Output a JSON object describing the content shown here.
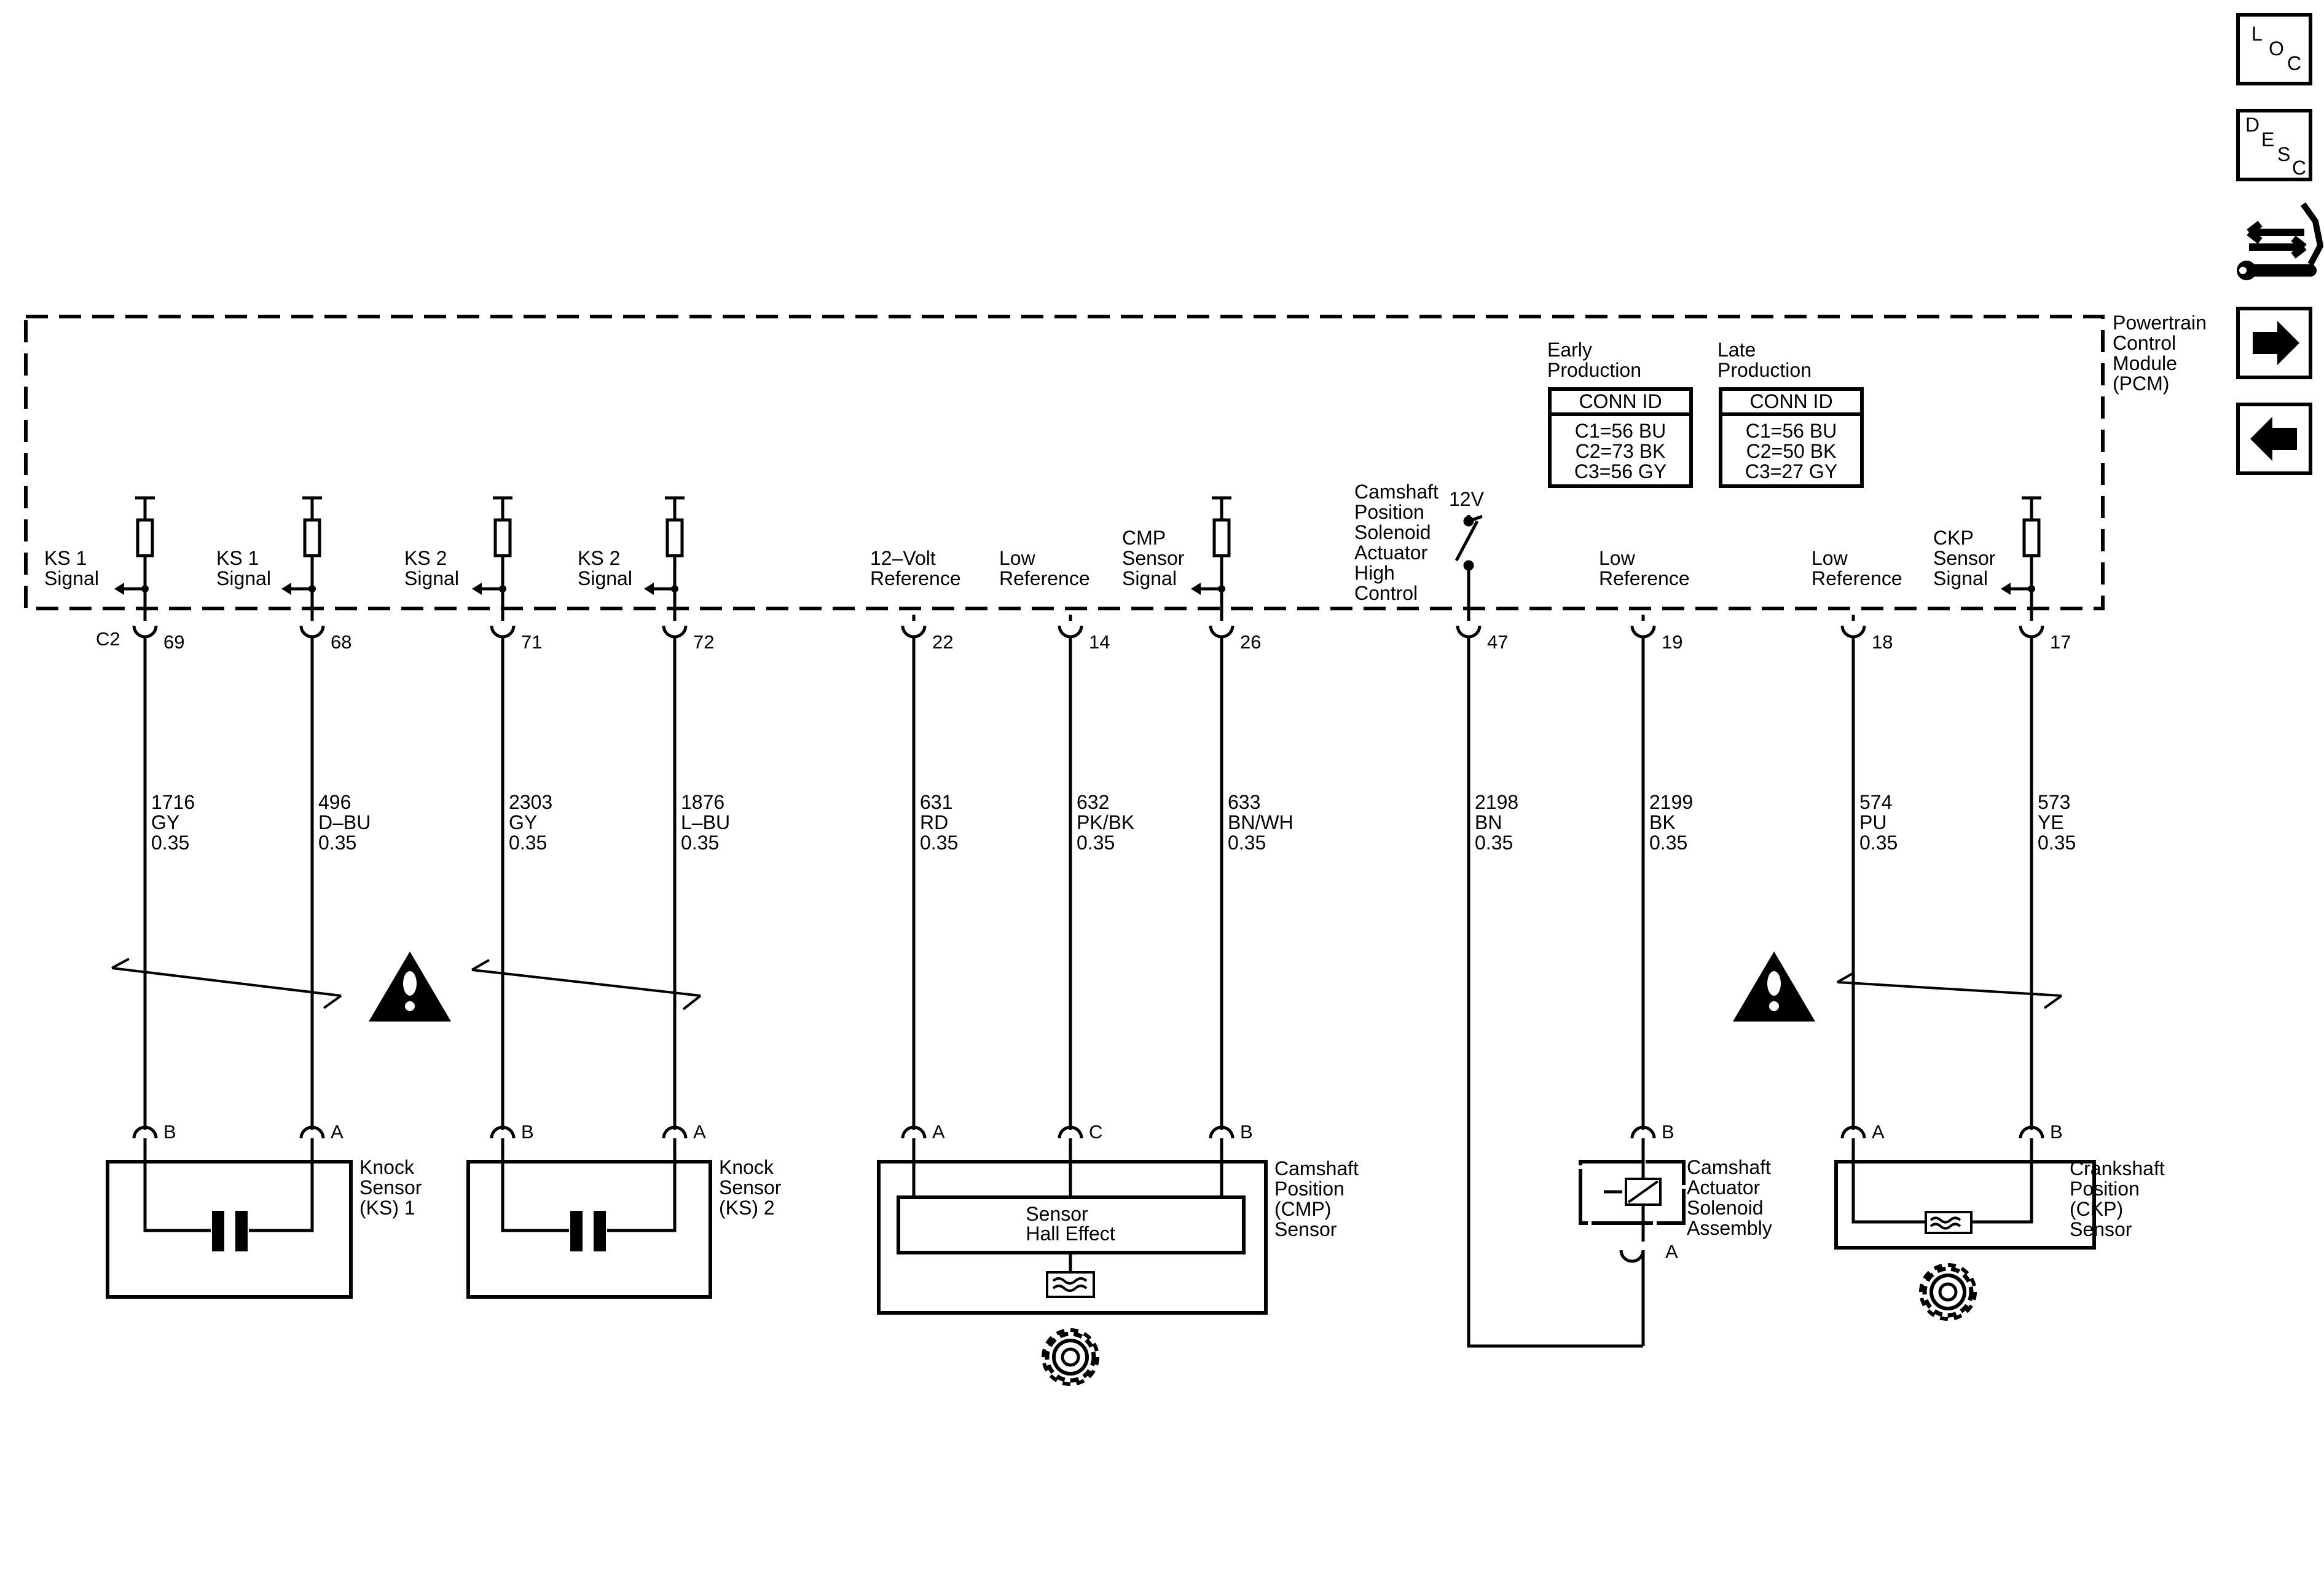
{
  "nav": {
    "loc": [
      "L",
      "O",
      "C"
    ],
    "desc": [
      "D",
      "E",
      "S",
      "C"
    ],
    "icons": [
      "loc-button",
      "desc-button",
      "connector-wrench-icon",
      "arrow-right-icon",
      "arrow-left-icon"
    ]
  },
  "pcm": {
    "title": [
      "Powertrain",
      "Control",
      "Module",
      "(PCM)"
    ],
    "early": {
      "heading": [
        "Early",
        "Production"
      ],
      "conn_title": "CONN ID",
      "lines": [
        "C1=56 BU",
        "C2=73 BK",
        "C3=56 GY"
      ]
    },
    "late": {
      "heading": [
        "Late",
        "Production"
      ],
      "conn_title": "CONN ID",
      "lines": [
        "C1=56 BU",
        "C2=50 BK",
        "C3=27 GY"
      ]
    },
    "connector_label": "C2",
    "solenoid_label": [
      "Camshaft",
      "Position",
      "Solenoid",
      "Actuator",
      "High",
      "Control"
    ],
    "supply_label": "12V"
  },
  "circuits": [
    {
      "label": [
        "KS 1",
        "Signal"
      ],
      "pin": "69",
      "wire": [
        "1716",
        "GY",
        "0.35"
      ],
      "comp_pin": "B"
    },
    {
      "label": [
        "KS 1",
        "Signal"
      ],
      "pin": "68",
      "wire": [
        "496",
        "D–BU",
        "0.35"
      ],
      "comp_pin": "A"
    },
    {
      "label": [
        "KS 2",
        "Signal"
      ],
      "pin": "71",
      "wire": [
        "2303",
        "GY",
        "0.35"
      ],
      "comp_pin": "B"
    },
    {
      "label": [
        "KS 2",
        "Signal"
      ],
      "pin": "72",
      "wire": [
        "1876",
        "L–BU",
        "0.35"
      ],
      "comp_pin": "A"
    },
    {
      "label": [
        "12–Volt",
        "Reference"
      ],
      "pin": "22",
      "wire": [
        "631",
        "RD",
        "0.35"
      ],
      "comp_pin": "A"
    },
    {
      "label": [
        "Low",
        "Reference"
      ],
      "pin": "14",
      "wire": [
        "632",
        "PK/BK",
        "0.35"
      ],
      "comp_pin": "C"
    },
    {
      "label": [
        "CMP",
        "Sensor",
        "Signal"
      ],
      "pin": "26",
      "wire": [
        "633",
        "BN/WH",
        "0.35"
      ],
      "comp_pin": "B"
    },
    {
      "label": [],
      "pin": "47",
      "wire": [
        "2198",
        "BN",
        "0.35"
      ],
      "comp_pin": ""
    },
    {
      "label": [
        "Low",
        "Reference"
      ],
      "pin": "19",
      "wire": [
        "2199",
        "BK",
        "0.35"
      ],
      "comp_pin": "B"
    },
    {
      "label": [
        "Low",
        "Reference"
      ],
      "pin": "18",
      "wire": [
        "574",
        "PU",
        "0.35"
      ],
      "comp_pin": "A"
    },
    {
      "label": [
        "CKP",
        "Sensor",
        "Signal"
      ],
      "pin": "17",
      "wire": [
        "573",
        "YE",
        "0.35"
      ],
      "comp_pin": "B"
    }
  ],
  "components": {
    "ks1": [
      "Knock",
      "Sensor",
      "(KS) 1"
    ],
    "ks2": [
      "Knock",
      "Sensor",
      "(KS) 2"
    ],
    "cmp": [
      "Camshaft",
      "Position",
      "(CMP)",
      "Sensor"
    ],
    "cmp_inner": [
      "Sensor",
      "Hall Effect"
    ],
    "actuator": [
      "Camshaft",
      "Actuator",
      "Solenoid",
      "Assembly"
    ],
    "actuator_pin_a": "A",
    "ckp": [
      "Crankshaft",
      "Position",
      "(CKP)",
      "Sensor"
    ]
  }
}
